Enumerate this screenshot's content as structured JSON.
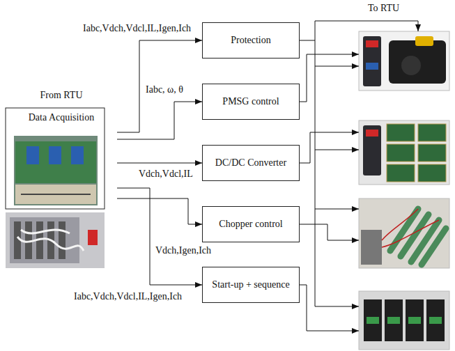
{
  "diagram": {
    "nodes": [
      {
        "text": [
          "From RTU",
          "Data Acquisition"
        ]
      },
      {
        "text": [
          "Protection"
        ]
      },
      {
        "text": [
          "PMSG control"
        ]
      },
      {
        "text": [
          "DC/DC Converter"
        ]
      },
      {
        "text": [
          "Chopper control"
        ]
      },
      {
        "text": [
          "Start-up + sequence"
        ]
      }
    ],
    "edges": [
      {
        "from": 0,
        "to": 1,
        "arrow": "to",
        "label": "Iabc,Vdch,Vdcl,IL,Igen,Ich"
      },
      {
        "from": 0,
        "to": 2,
        "arrow": "to",
        "label": "Iabc, ω, θ"
      },
      {
        "from": 0,
        "to": 3,
        "arrow": "to",
        "label": "Vdch,Vdcl,IL"
      },
      {
        "from": 0,
        "to": 4,
        "arrow": "to",
        "label": "Vdch,Igen,Ich"
      },
      {
        "from": 0,
        "to": 5,
        "arrow": "to",
        "label": "Iabc,Vdch,Vdcl,IL,Igen,Ich"
      }
    ],
    "labels": [
      "To RTU"
    ]
  }
}
